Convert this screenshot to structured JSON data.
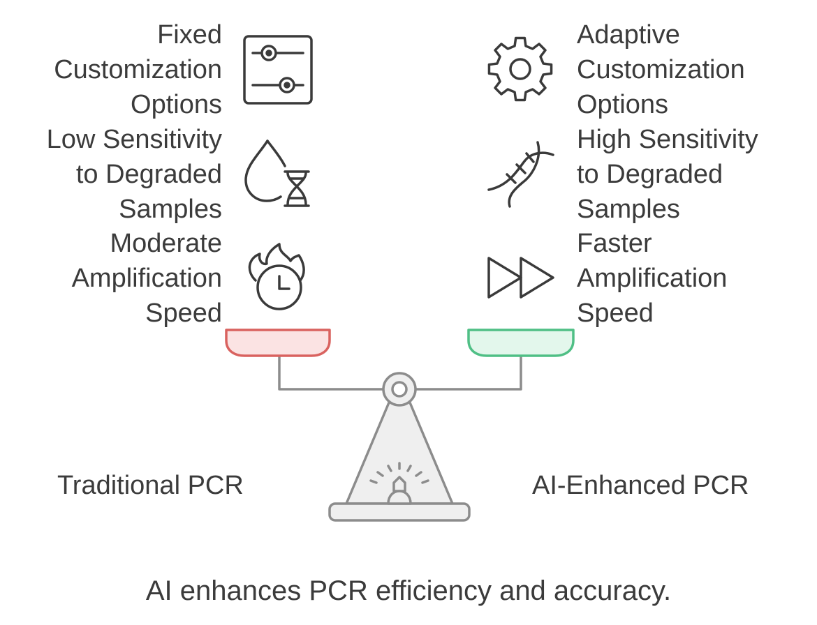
{
  "left_items": [
    {
      "lines": [
        "Fixed",
        "Customization",
        "Options"
      ],
      "icon": "sliders-icon"
    },
    {
      "lines": [
        "Low Sensitivity",
        "to Degraded",
        "Samples"
      ],
      "icon": "drop-dna-icon"
    },
    {
      "lines": [
        "Moderate",
        "Amplification",
        "Speed"
      ],
      "icon": "fire-clock-icon"
    }
  ],
  "right_items": [
    {
      "lines": [
        "Adaptive",
        "Customization",
        "Options"
      ],
      "icon": "gear-icon"
    },
    {
      "lines": [
        "High Sensitivity",
        "to Degraded",
        "Samples"
      ],
      "icon": "dna-icon"
    },
    {
      "lines": [
        "Faster",
        "Amplification",
        "Speed"
      ],
      "icon": "fast-forward-icon"
    }
  ],
  "left_side_label": "Traditional PCR",
  "right_side_label": "AI-Enhanced PCR",
  "caption": "AI enhances PCR efficiency and accuracy.",
  "colors": {
    "left_pan_fill": "#fbe3e3",
    "left_pan_stroke": "#d9625f",
    "right_pan_fill": "#e3f7ec",
    "right_pan_stroke": "#4fbf85",
    "scale_stroke": "#8c8c8c",
    "scale_fill": "#efefef",
    "icon_stroke": "#3a3a3a"
  }
}
